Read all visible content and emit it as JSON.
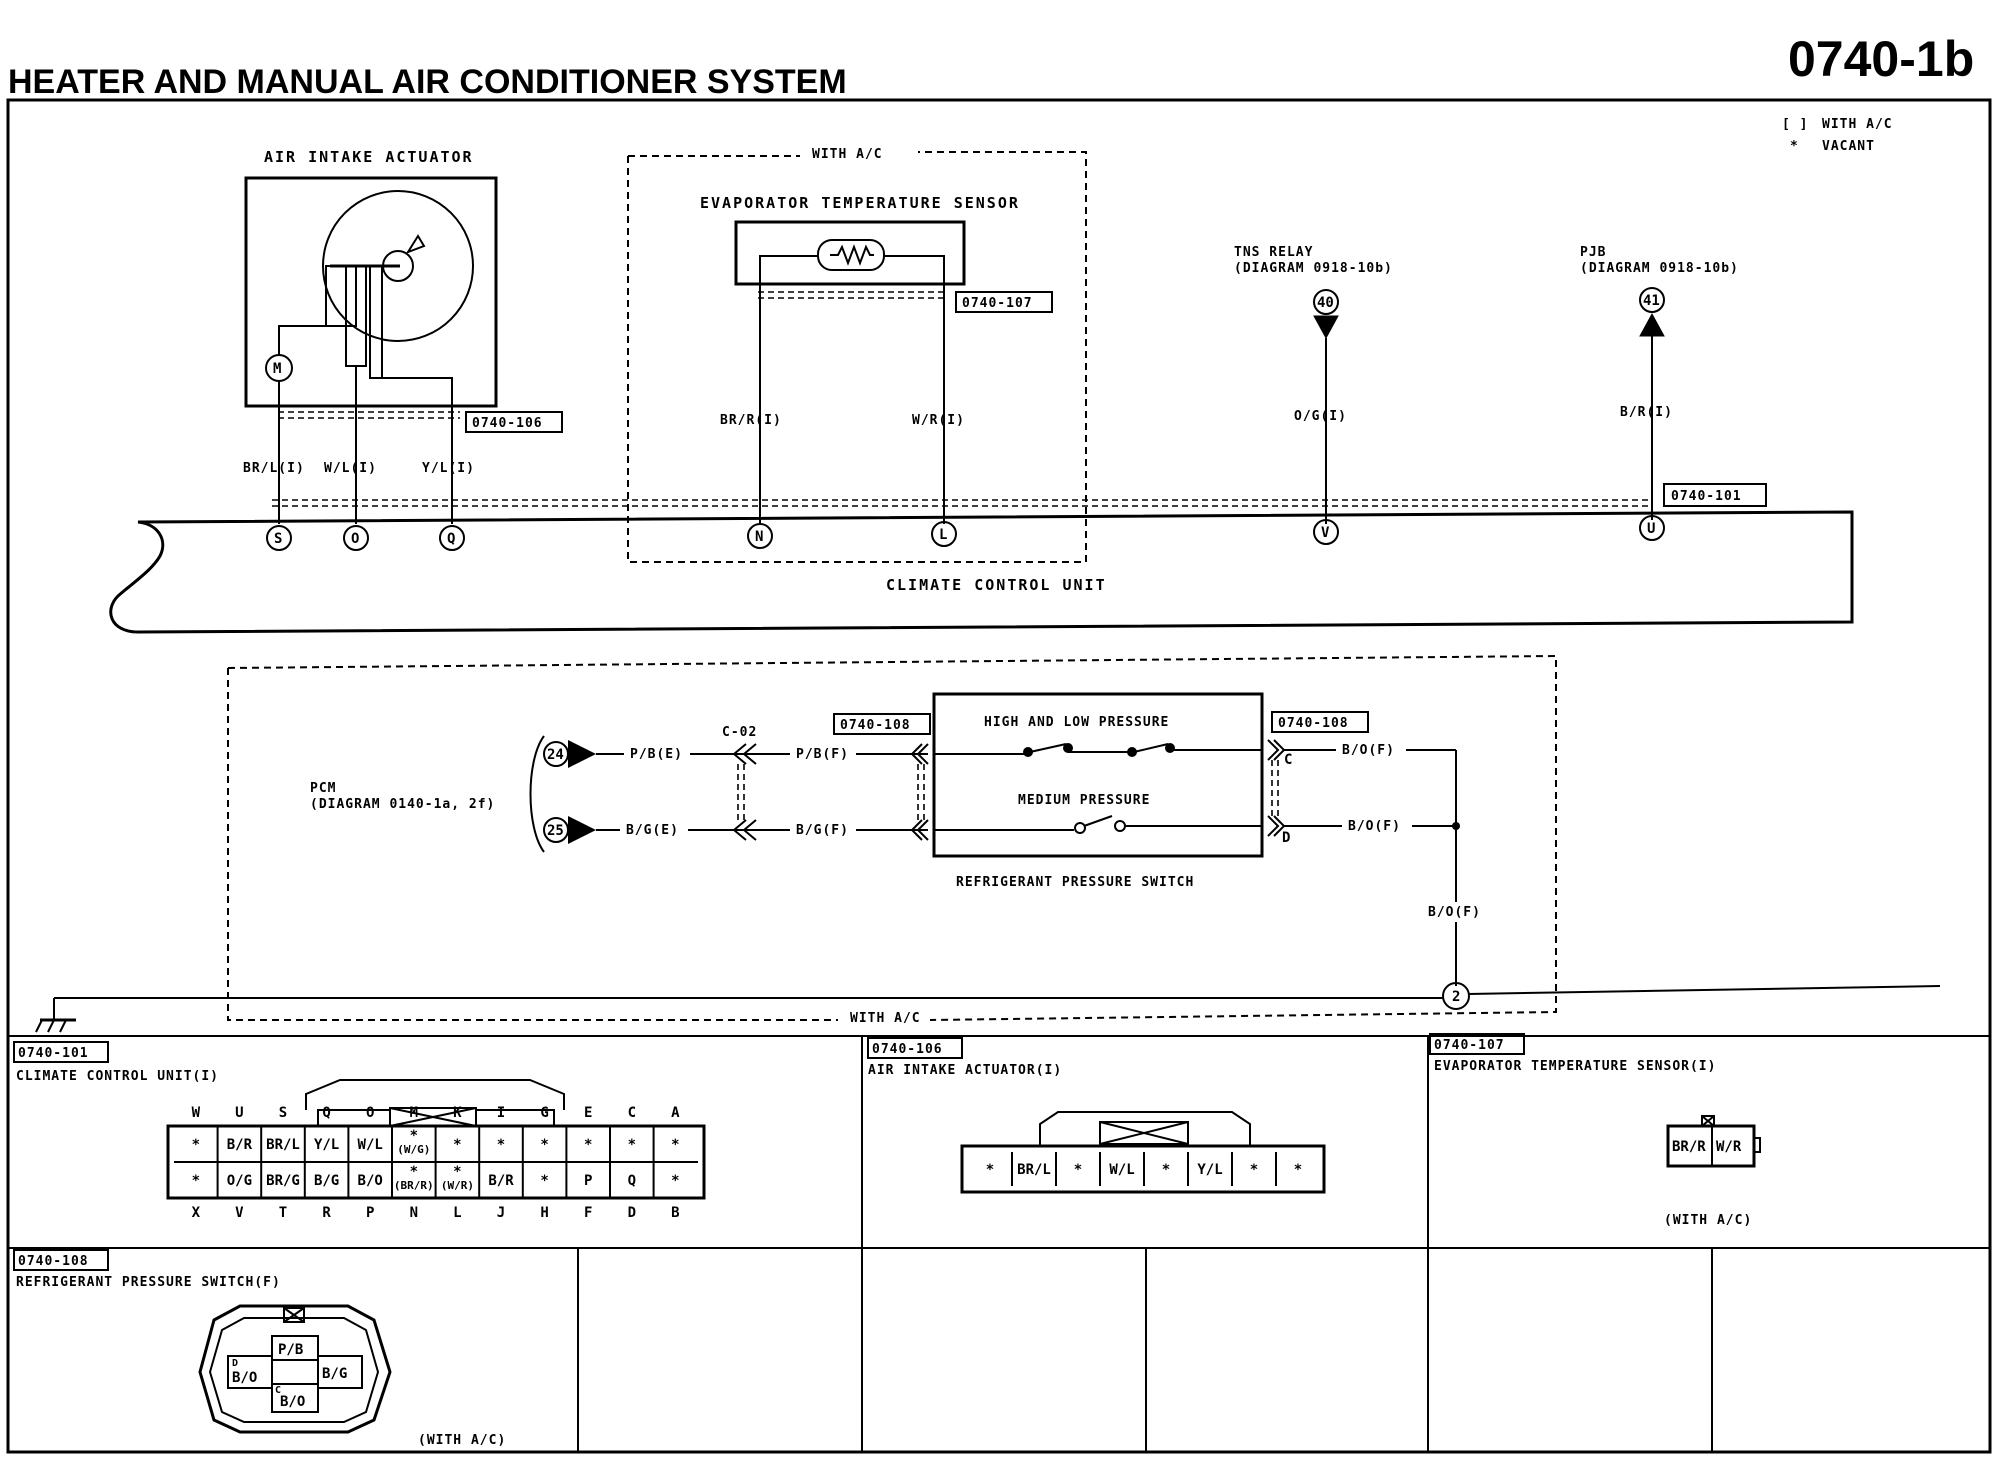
{
  "page": {
    "title": "HEATER AND MANUAL AIR CONDITIONER SYSTEM",
    "code": "0740-1b",
    "legend": [
      {
        "symbol": "[ ]",
        "text": "WITH A/C"
      },
      {
        "symbol": "*",
        "text": "VACANT"
      }
    ]
  },
  "components": {
    "air_intake_actuator": "AIR INTAKE ACTUATOR",
    "motor_symbol": "M",
    "with_ac_top": "WITH A/C",
    "evaporator_sensor": "EVAPORATOR TEMPERATURE SENSOR",
    "tns_relay": "TNS RELAY",
    "tns_relay_ref": "(DIAGRAM 0918-10b)",
    "pjb": "PJB",
    "pjb_ref": "(DIAGRAM 0918-10b)",
    "climate_control_unit": "CLIMATE CONTROL UNIT",
    "pcm": "PCM",
    "pcm_ref": "(DIAGRAM 0140-1a, 2f)",
    "connector_c02": "C-02",
    "high_low_pressure": "HIGH AND LOW PRESSURE",
    "medium_pressure": "MEDIUM PRESSURE",
    "refrigerant_pressure_switch": "REFRIGERANT PRESSURE SWITCH",
    "with_ac_bottom": "WITH A/C"
  },
  "connector_refs": {
    "c106": "0740-106",
    "c107": "0740-107",
    "c101": "0740-101",
    "c108": "0740-108"
  },
  "wires": {
    "br_l": "BR/L(I)",
    "w_l": "W/L(I)",
    "y_l": "Y/L(I)",
    "br_r": "BR/R(I)",
    "w_r": "W/R(I)",
    "o_g": "O/G(I)",
    "b_r": "B/R(I)",
    "p_b_e": "P/B(E)",
    "p_b_f": "P/B(F)",
    "b_g_e": "B/G(E)",
    "b_g_f": "B/G(F)",
    "b_o_f": "B/O(F)"
  },
  "terminals": {
    "s": "S",
    "o1": "O",
    "q": "Q",
    "n": "N",
    "l": "L",
    "v": "V",
    "u": "U",
    "relay_40": "40",
    "pjb_41": "41",
    "pcm_24": "24",
    "pcm_25": "25",
    "ground_2": "2",
    "switch_c": "C",
    "switch_d": "D"
  },
  "connector_views": {
    "ccu": {
      "ref": "0740-101",
      "title": "CLIMATE CONTROL UNIT(I)",
      "top_letters": [
        "W",
        "U",
        "S",
        "Q",
        "O",
        "M",
        "K",
        "I",
        "G",
        "E",
        "C",
        "A"
      ],
      "row1": [
        "*",
        "B/R",
        "BR/L",
        "Y/L",
        "W/L",
        "* (W/G)",
        "*",
        "*",
        "*",
        "*",
        "*",
        "*"
      ],
      "row2": [
        "*",
        "O/G",
        "BR/G",
        "B/G",
        "B/O",
        "* (BR/R)",
        "* (W/R)",
        "B/R",
        "*",
        "P",
        "Q",
        "*"
      ],
      "bottom_letters": [
        "X",
        "V",
        "T",
        "R",
        "P",
        "N",
        "L",
        "J",
        "H",
        "F",
        "D",
        "B"
      ]
    },
    "air_intake": {
      "ref": "0740-106",
      "title": "AIR INTAKE ACTUATOR(I)",
      "cells": [
        "*",
        "BR/L",
        "*",
        "W/L",
        "*",
        "Y/L",
        "*",
        "*"
      ]
    },
    "evap": {
      "ref": "0740-107",
      "title": "EVAPORATOR TEMPERATURE SENSOR(I)",
      "cells": [
        "BR/R",
        "W/R"
      ],
      "note": "(WITH A/C)"
    },
    "rps": {
      "ref": "0740-108",
      "title": "REFRIGERANT PRESSURE SWITCH(F)",
      "cells": [
        "P/B",
        "B/O",
        "B/G",
        "B/O"
      ],
      "pin_d": "D",
      "pin_c": "C",
      "note": "(WITH A/C)"
    }
  }
}
